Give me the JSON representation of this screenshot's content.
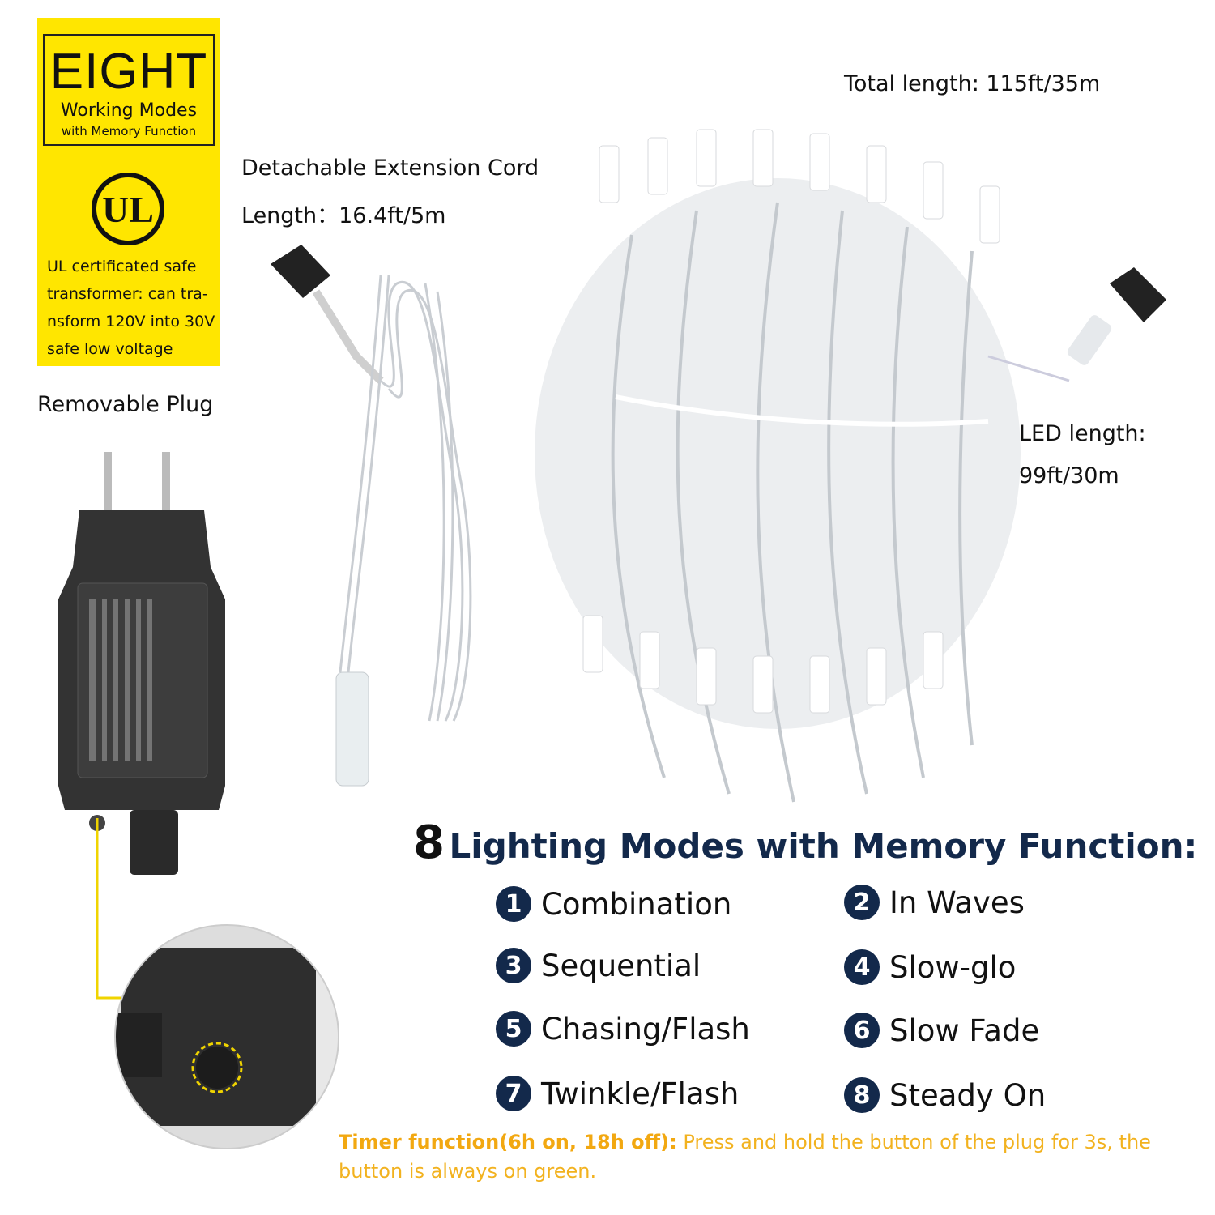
{
  "badge": {
    "title": "EIGHT",
    "subtitle": "Working Modes",
    "subtitle2": "with Memory Function",
    "ul_mark": "UL",
    "ul_text": "UL  certificated safe transformer: can tra- nsform 120V into 30V safe low voltage"
  },
  "labels": {
    "total_length": "Total length: 115ft/35m",
    "extension_title": "Detachable Extension Cord",
    "extension_length": "Length：16.4ft/5m",
    "removable_plug": "Removable Plug",
    "led_length_1": "LED length:",
    "led_length_2": "99ft/30m"
  },
  "modes_heading": {
    "number": "8",
    "text": "Lighting Modes with Memory Function:"
  },
  "modes": [
    {
      "num": "1",
      "label": "Combination"
    },
    {
      "num": "2",
      "label": "In Waves"
    },
    {
      "num": "3",
      "label": "Sequential"
    },
    {
      "num": "4",
      "label": "Slow-glo"
    },
    {
      "num": "5",
      "label": "Chasing/Flash"
    },
    {
      "num": "6",
      "label": "Slow Fade"
    },
    {
      "num": "7",
      "label": "Twinkle/Flash"
    },
    {
      "num": "8",
      "label": "Steady On"
    }
  ],
  "timer": {
    "bold": "Timer function(6h on, 18h off):",
    "text": " Press and hold the button of the plug for 3s, the button is always on green."
  },
  "colors": {
    "badge_yellow": "#ffe600",
    "navy": "#13294b",
    "timer_orange": "#f2a811"
  }
}
